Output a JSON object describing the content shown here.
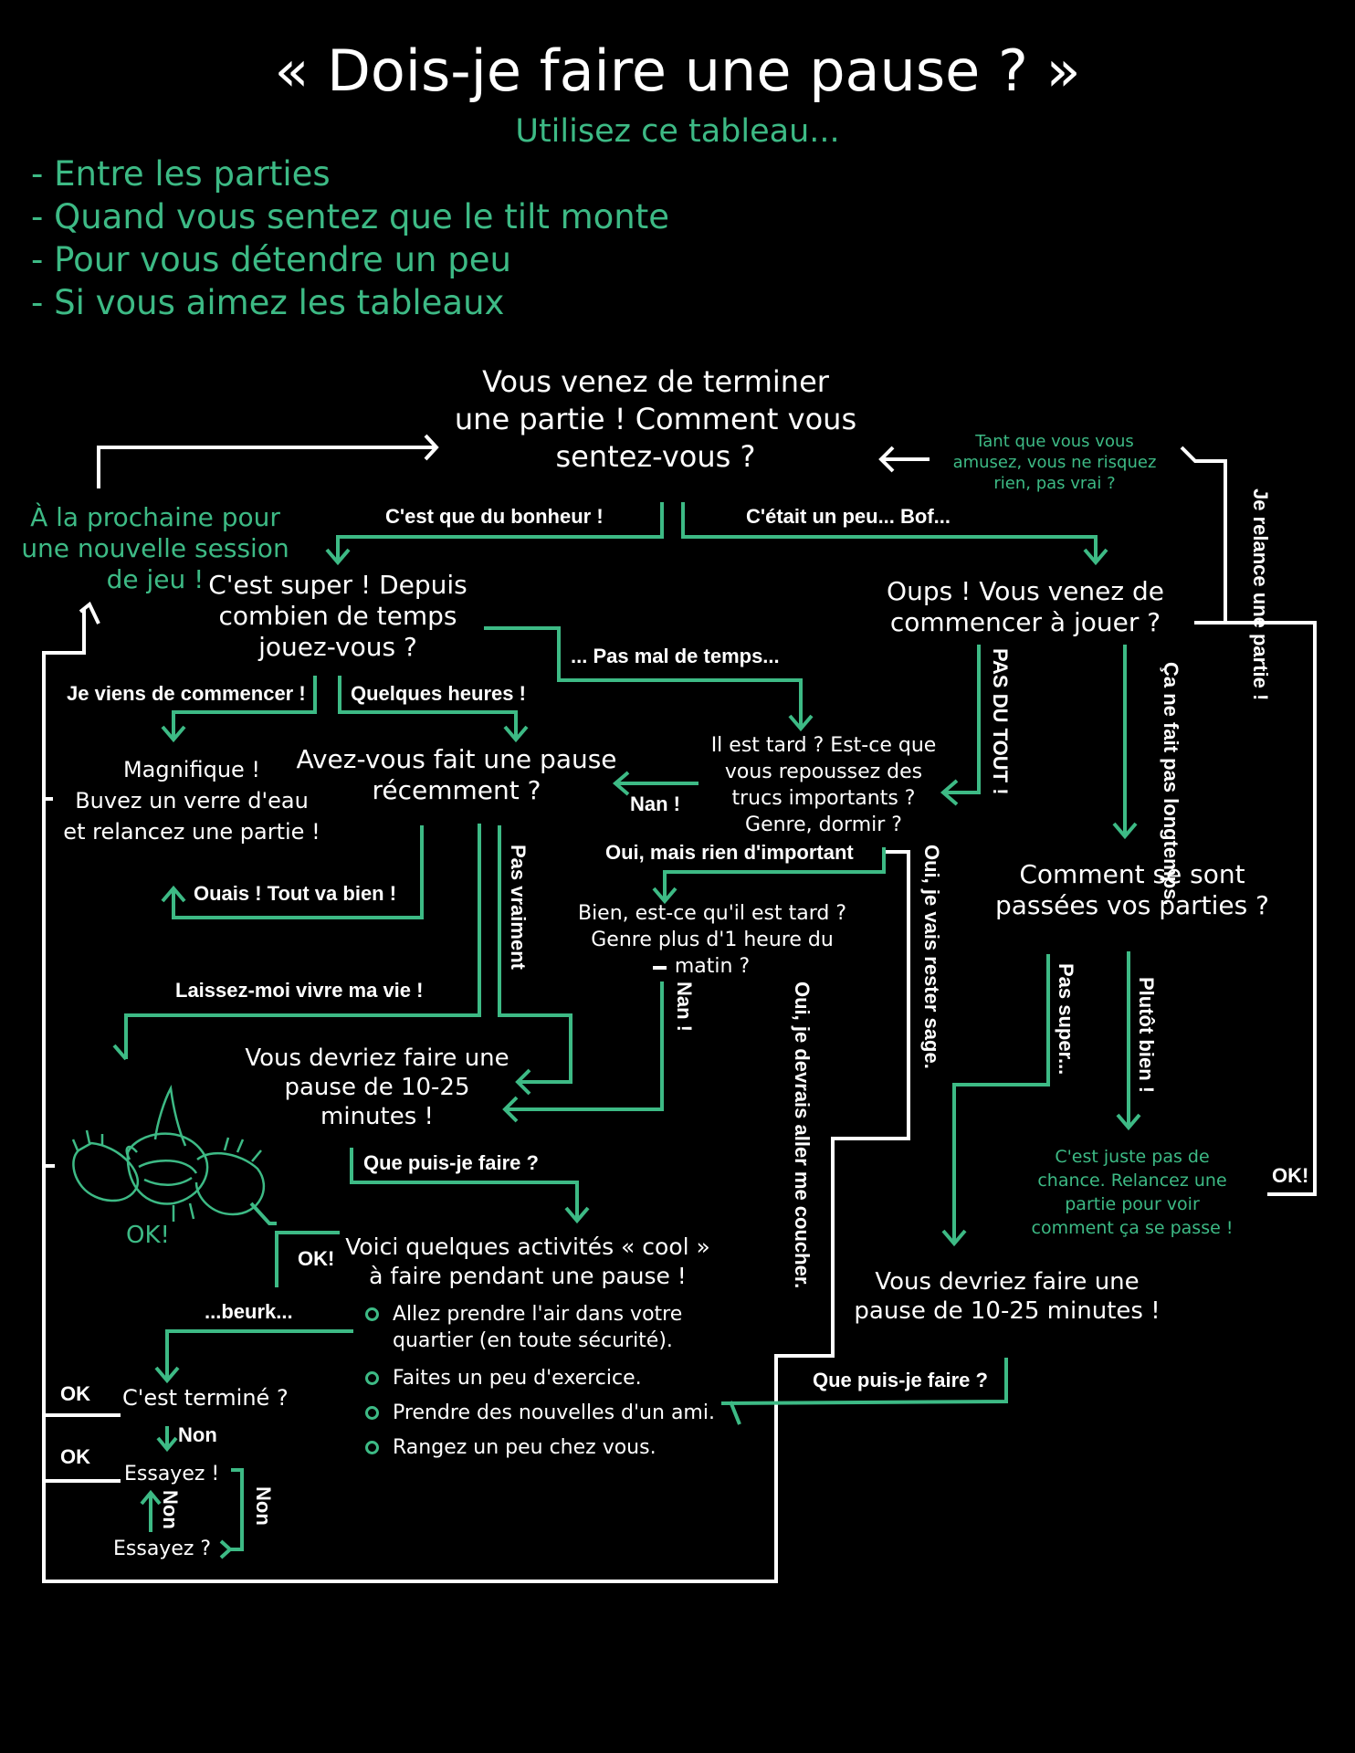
{
  "header": {
    "title": "« Dois-je faire une pause ? »",
    "subtitle": "Utilisez ce tableau...",
    "uses": [
      "- Entre les parties",
      "- Quand vous sentez que le tilt monte",
      "- Pour vous détendre un peu",
      "- Si vous aimez les tableaux"
    ]
  },
  "colors": {
    "background": "#000000",
    "text": "#ffffff",
    "accent": "#3dba85"
  },
  "nodes": {
    "start": [
      "Vous venez de terminer",
      "une partie ! Comment vous",
      "sentez-vous ?"
    ],
    "fun_note": [
      "Tant que vous vous",
      "amusez, vous ne risquez",
      "rien, pas vrai ?"
    ],
    "next_session": [
      "À la prochaine pour",
      "une nouvelle session",
      "de jeu !"
    ],
    "how_long": [
      "C'est super ! Depuis",
      "combien de temps",
      "jouez-vous ?"
    ],
    "just_started": [
      "Oups ! Vous venez de",
      "commencer à jouer ?"
    ],
    "magnifique": [
      "Magnifique !",
      "Buvez un verre d'eau",
      "et relancez une partie !"
    ],
    "had_break": [
      "Avez-vous fait une pause",
      "récemment ?"
    ],
    "late": [
      "Il est tard ? Est-ce que",
      "vous repoussez des",
      "trucs importants ?",
      "Genre, dormir ?"
    ],
    "games_went": [
      "Comment se sont",
      "passées vos parties ?"
    ],
    "after_one": [
      "Bien, est-ce qu'il est tard ?",
      "Genre plus d'1 heure du",
      "matin ?"
    ],
    "pause_left": [
      "Vous devriez faire une",
      "pause de 10-25",
      "minutes !"
    ],
    "bad_luck": [
      "C'est juste pas de",
      "chance. Relancez une",
      "partie pour voir",
      "comment ça se passe !"
    ],
    "ok_mascot": "OK!",
    "activities_title": [
      "Voici quelques activités « cool »",
      "à faire pendant une pause !"
    ],
    "pause_right": [
      "Vous devriez faire une",
      "pause de 10-25 minutes !"
    ],
    "done": "C'est terminé ?",
    "try_it": "Essayez !",
    "try_q": "Essayez ?"
  },
  "activities": [
    [
      "Allez prendre l'air dans votre",
      "quartier (en toute sécurité)."
    ],
    [
      "Faites un peu d'exercice."
    ],
    [
      "Prendre des nouvelles d'un ami."
    ],
    [
      "Rangez un peu chez vous."
    ]
  ],
  "labels": {
    "bonheur": "C'est que du bonheur !",
    "bof": "C'était un peu... Bof...",
    "relance": "Je relance une partie !",
    "pas_mal": "... Pas mal de temps...",
    "je_viens": "Je viens de commencer !",
    "quelques": "Quelques heures !",
    "nan1": "Nan !",
    "pas_du_tout": "PAS DU TOUT !",
    "pas_longtemps": "Ça ne fait pas longtemps.",
    "oui_rien": "Oui, mais rien d'important",
    "ouais": "Ouais ! Tout va bien !",
    "pas_vraiment": "Pas vraiment",
    "sage": "Oui, je vais rester sage.",
    "laissez": "Laissez-moi vivre ma vie !",
    "nan2": "Nan !",
    "coucher": "Oui, je devrais aller me coucher.",
    "pas_super": "Pas super...",
    "plutot_bien": "Plutôt bien !",
    "ok_right": "OK!",
    "que_faire_left": "Que puis-je faire ?",
    "ok_mid": "OK!",
    "beurk": "...beurk...",
    "que_faire_right": "Que puis-je faire ?",
    "ok1": "OK",
    "non1": "Non",
    "ok2": "OK",
    "non2": "Non",
    "non3": "Non"
  }
}
